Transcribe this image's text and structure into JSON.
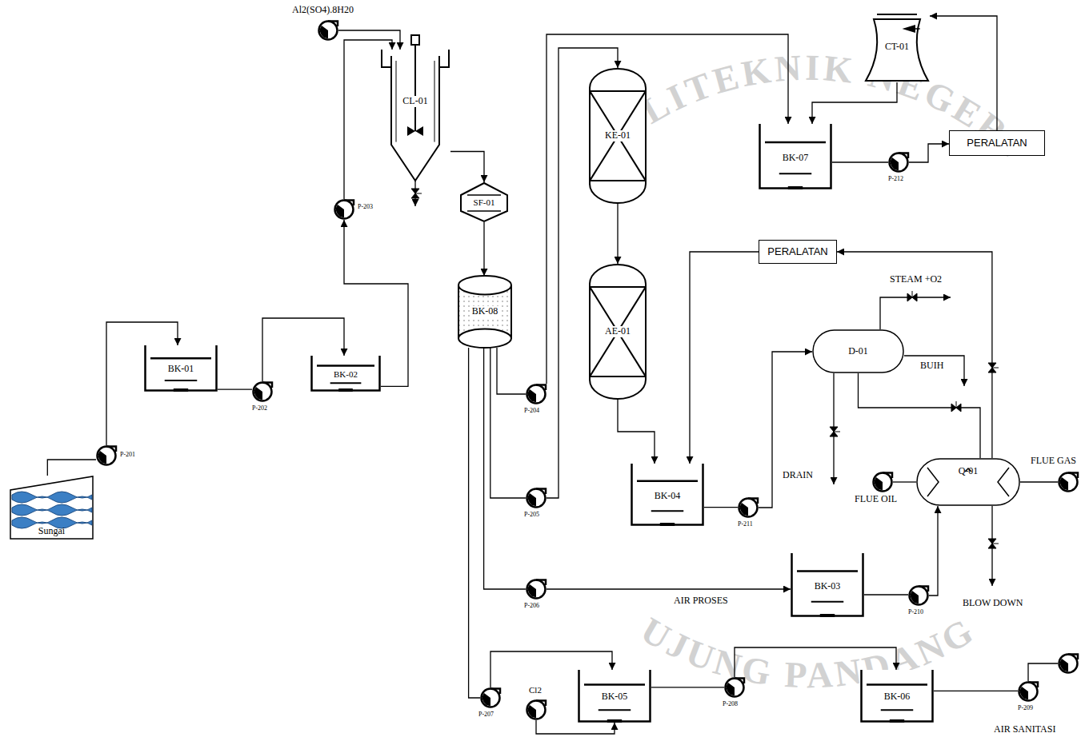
{
  "diagram": {
    "nodes": [
      {
        "text": [
          "Al2(SO4).8H20"
        ]
      },
      {
        "text": [
          "CL-01"
        ]
      },
      {
        "text": [
          "KE-01"
        ]
      },
      {
        "text": [
          "CT-01"
        ]
      },
      {
        "text": [
          "PERALATAN"
        ]
      },
      {
        "text": [
          "BK-07"
        ]
      },
      {
        "text": [
          "P-212"
        ]
      },
      {
        "text": [
          "SF-01"
        ]
      },
      {
        "text": [
          "P-203"
        ]
      },
      {
        "text": [
          "BK-08"
        ]
      },
      {
        "text": [
          "AE-01"
        ]
      },
      {
        "text": [
          "PERALATAN"
        ]
      },
      {
        "text": [
          "D-01"
        ]
      },
      {
        "text": [
          "BK-01"
        ]
      },
      {
        "text": [
          "P-202"
        ]
      },
      {
        "text": [
          "BK-02"
        ]
      },
      {
        "text": [
          "P-204"
        ]
      },
      {
        "text": [
          "P-201"
        ]
      },
      {
        "text": [
          "Sungai"
        ]
      },
      {
        "text": [
          "BK-04"
        ]
      },
      {
        "text": [
          "P-211"
        ]
      },
      {
        "text": [
          "FLUE OIL"
        ]
      },
      {
        "text": [
          "Q-01"
        ]
      },
      {
        "text": [
          "FLUE GAS"
        ]
      },
      {
        "text": [
          "P-205"
        ]
      },
      {
        "text": [
          "P-206"
        ]
      },
      {
        "text": [
          "BK-03"
        ]
      },
      {
        "text": [
          "P-210"
        ]
      },
      {
        "text": [
          "P-207"
        ]
      },
      {
        "text": [
          "Cl2"
        ]
      },
      {
        "text": [
          "BK-05"
        ]
      },
      {
        "text": [
          "P-208"
        ]
      },
      {
        "text": [
          "BK-06"
        ]
      },
      {
        "text": [
          "P-209"
        ]
      }
    ],
    "edges": [
      {
        "from": 0,
        "to": 1,
        "arrow": "to"
      },
      {
        "from": 8,
        "to": 1,
        "arrow": "to"
      },
      {
        "from": 1,
        "to": 7,
        "arrow": "to"
      },
      {
        "from": 7,
        "to": 9,
        "arrow": "to"
      },
      {
        "from": 9,
        "to": 16,
        "arrow": "none"
      },
      {
        "from": 9,
        "to": 24,
        "arrow": "none"
      },
      {
        "from": 9,
        "to": 25,
        "arrow": "none"
      },
      {
        "from": 9,
        "to": 28,
        "arrow": "none"
      },
      {
        "from": 16,
        "to": 5,
        "arrow": "to"
      },
      {
        "from": 24,
        "to": 2,
        "arrow": "to"
      },
      {
        "from": 2,
        "to": 10,
        "arrow": "to"
      },
      {
        "from": 10,
        "to": 19,
        "arrow": "to"
      },
      {
        "from": 19,
        "to": 20,
        "arrow": "none"
      },
      {
        "from": 20,
        "to": 12,
        "arrow": "to"
      },
      {
        "from": 11,
        "to": 19,
        "arrow": "to"
      },
      {
        "from": 22,
        "to": 11,
        "arrow": "to"
      },
      {
        "from": 12,
        "to": 22,
        "arrow": "none"
      },
      {
        "from": 21,
        "to": 22,
        "arrow": "none"
      },
      {
        "from": 22,
        "to": 23,
        "arrow": "none"
      },
      {
        "from": 25,
        "to": 26,
        "label": "AIR PROSES",
        "arrow": "to"
      },
      {
        "from": 26,
        "to": 27,
        "arrow": "none"
      },
      {
        "from": 27,
        "to": 22,
        "arrow": "to"
      },
      {
        "from": 28,
        "to": 30,
        "arrow": "to"
      },
      {
        "from": 29,
        "to": 30,
        "arrow": "to"
      },
      {
        "from": 30,
        "to": 31,
        "arrow": "none"
      },
      {
        "from": 31,
        "to": 32,
        "arrow": "to"
      },
      {
        "from": 32,
        "to": 33,
        "arrow": "none"
      },
      {
        "from": 17,
        "to": 13,
        "arrow": "to"
      },
      {
        "from": 18,
        "to": 17,
        "arrow": "none"
      },
      {
        "from": 13,
        "to": 14,
        "arrow": "none"
      },
      {
        "from": 14,
        "to": 15,
        "arrow": "to"
      },
      {
        "from": 15,
        "to": 8,
        "arrow": "to"
      },
      {
        "from": 5,
        "to": 6,
        "arrow": "none"
      },
      {
        "from": 6,
        "to": 4,
        "arrow": "to"
      },
      {
        "from": 4,
        "to": 3,
        "arrow": "to"
      },
      {
        "from": 3,
        "to": 5,
        "arrow": "to"
      }
    ],
    "labels": [
      "STEAM +O2",
      "BUIH",
      "DRAIN",
      "BLOW DOWN",
      "AIR SANITASI",
      "POLITEKNIK NEGERI",
      "UJUNG PANDANG"
    ]
  }
}
